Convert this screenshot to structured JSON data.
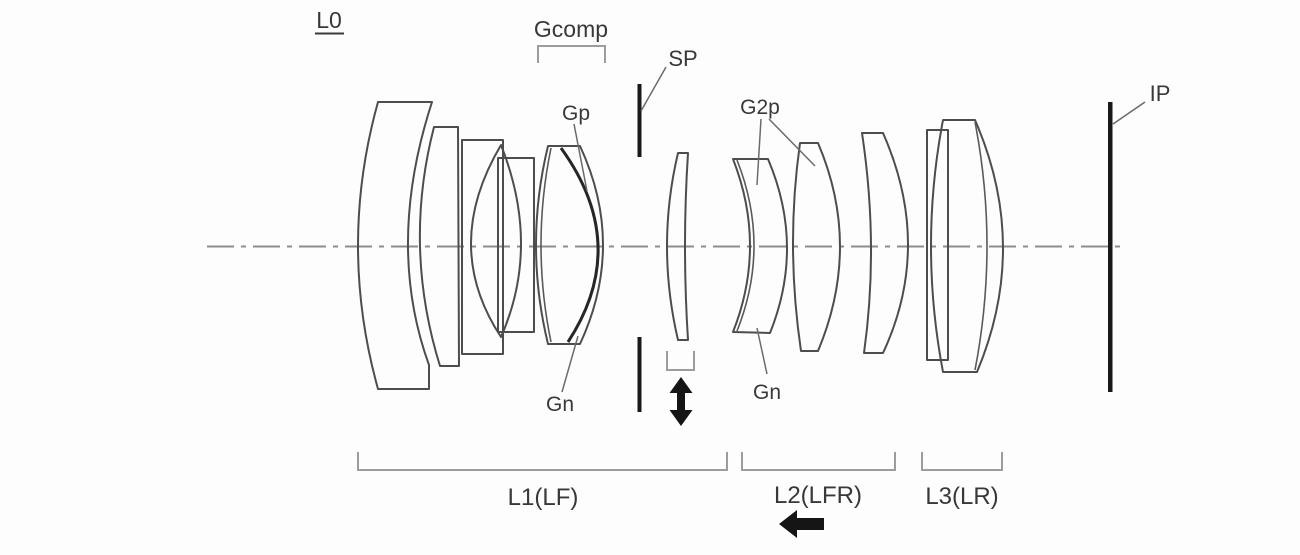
{
  "figure": {
    "labels": {
      "system": "L0",
      "gcomp": "Gcomp",
      "sp": "SP",
      "gp": "Gp",
      "g2p": "G2p",
      "gn_front": "Gn",
      "gn_rear": "Gn",
      "ip": "IP",
      "group1": "L1(LF)",
      "group2": "L2(LFR)",
      "group3": "L3(LR)"
    },
    "colors": {
      "background": "#fdfdfd",
      "lens_outline": "#4d4d4d",
      "dark_bars": "#191919",
      "brackets": "#9c9c9c",
      "axis": "#8d8d8d",
      "label_text": "#383838"
    }
  }
}
